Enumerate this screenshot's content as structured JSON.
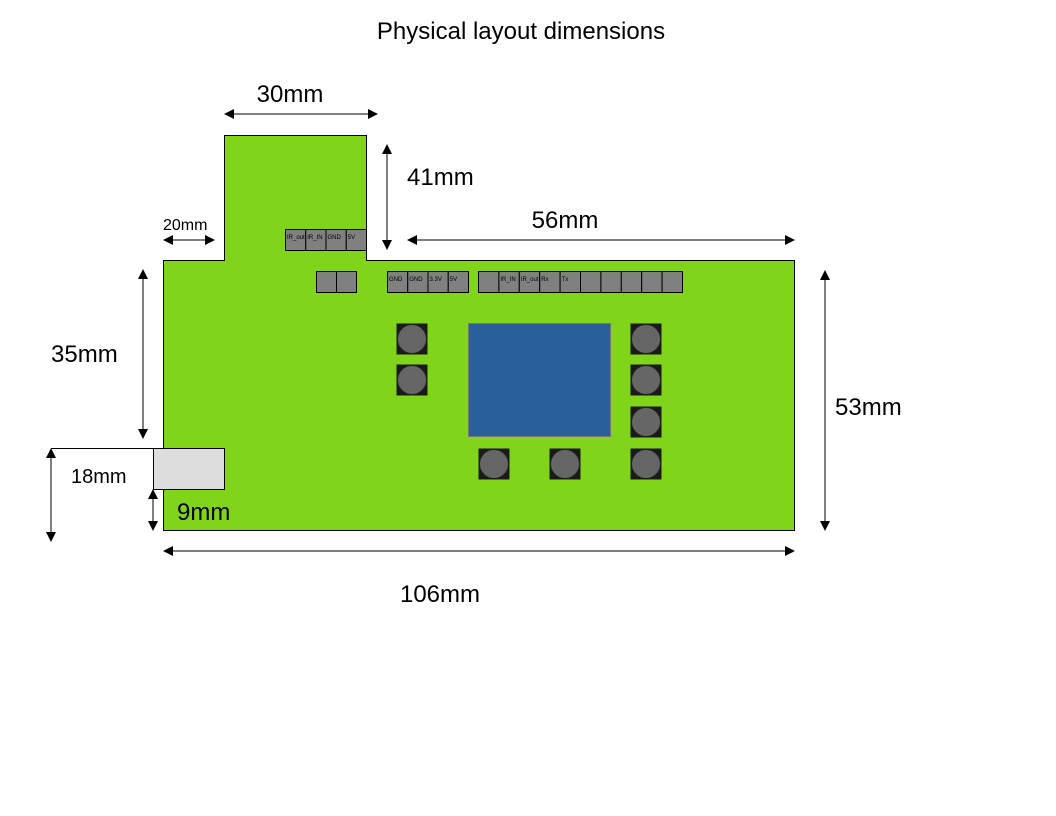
{
  "title": "Physical layout dimensions",
  "dimensions": {
    "tab_width": "30mm",
    "tab_height": "41mm",
    "tab_offset": "20mm",
    "right_span": "56mm",
    "left_height": "35mm",
    "connector_height": "18mm",
    "connector_offset": "9mm",
    "board_height": "53mm",
    "board_width": "106mm"
  },
  "header_labels": {
    "tab_header": [
      "IR_out",
      "IR_IN",
      "GND",
      "5V"
    ],
    "power_header": [
      "GND",
      "GND",
      "3.3V",
      "5V"
    ],
    "io_header": [
      "",
      "IR_IN",
      "IR_out",
      "Rx",
      "Tx",
      "",
      "",
      "",
      "",
      ""
    ]
  },
  "colors": {
    "board": "#80d41a",
    "display": "#2a6099",
    "header": "#808080",
    "button": "#666666",
    "connector": "#dddddd"
  }
}
